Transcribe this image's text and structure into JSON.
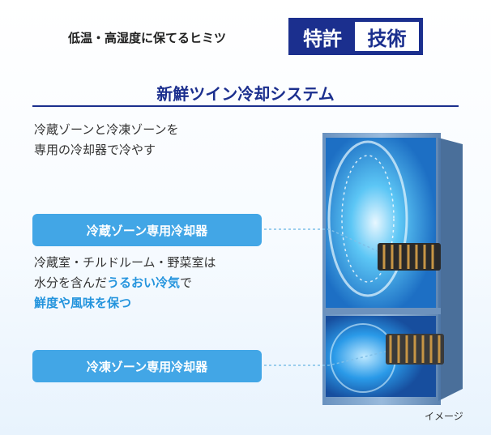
{
  "header": {
    "tagline": "低温・高湿度に保てるヒミツ",
    "badge_left": "特許",
    "badge_right": "技術"
  },
  "title": "新鮮ツイン冷却システム",
  "intro": {
    "line1": "冷蔵ゾーンと冷凍ゾーンを",
    "line2": "専用の冷却器で冷やす"
  },
  "pills": {
    "fridge_cooler": "冷蔵ゾーン専用冷却器",
    "freezer_cooler": "冷凍ゾーン専用冷却器"
  },
  "description": {
    "line1": "冷蔵室・チルドルーム・野菜室は",
    "line2_prefix": "水分を含んだ",
    "line2_highlight": "うるおい冷気",
    "line2_suffix": "で",
    "line3_highlight": "鮮度や風味を保つ"
  },
  "caption": "イメージ",
  "colors": {
    "navy": "#1b2f8e",
    "pill_blue": "#42a6e6",
    "highlight_blue": "#2494dd"
  }
}
